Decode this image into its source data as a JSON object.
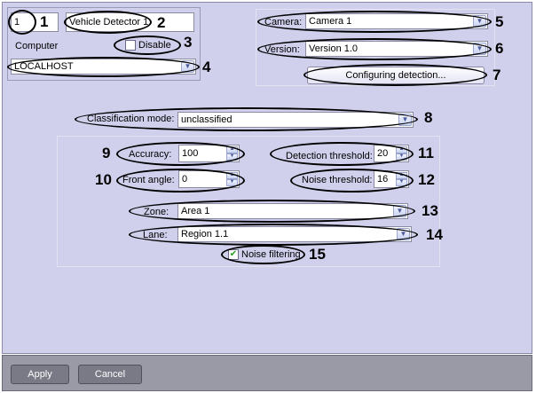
{
  "object": {
    "id_value": "1",
    "name_value": "Vehicle Detector 1",
    "computer_label": "Computer",
    "disable_label": "Disable",
    "disable_checked": false,
    "computer_value": "LOCALHOST"
  },
  "camera": {
    "label": "Camera:",
    "value": "Camera 1"
  },
  "version": {
    "label": "Version:",
    "value": "Version 1.0"
  },
  "configure_button": "Configuring detection...",
  "classification": {
    "label": "Classification mode:",
    "value": "unclassified"
  },
  "accuracy": {
    "label": "Accuracy:",
    "value": "100"
  },
  "front_angle": {
    "label": "Front angle:",
    "value": "0"
  },
  "detection_threshold": {
    "label": "Detection threshold:",
    "value": "20"
  },
  "noise_threshold": {
    "label": "Noise threshold:",
    "value": "16"
  },
  "zone": {
    "label": "Zone:",
    "value": "Area 1"
  },
  "lane": {
    "label": "Lane:",
    "value": "Region 1.1"
  },
  "noise_filtering": {
    "label": "Noise filtering",
    "checked": true
  },
  "footer": {
    "apply": "Apply",
    "cancel": "Cancel"
  },
  "callouts": [
    "1",
    "2",
    "3",
    "4",
    "5",
    "6",
    "7",
    "8",
    "9",
    "10",
    "11",
    "12",
    "13",
    "14",
    "15"
  ],
  "icons": {
    "dropdown_arrow": "chevron-down-icon",
    "spin_up": "spin-up-icon",
    "spin_down": "spin-down-icon",
    "check": "checkmark-icon"
  },
  "colors": {
    "panel_background": "#d0d0ec",
    "footer_background": "#9a9aa6",
    "button_dark": "#7a7a86",
    "annotation": "#000000"
  }
}
